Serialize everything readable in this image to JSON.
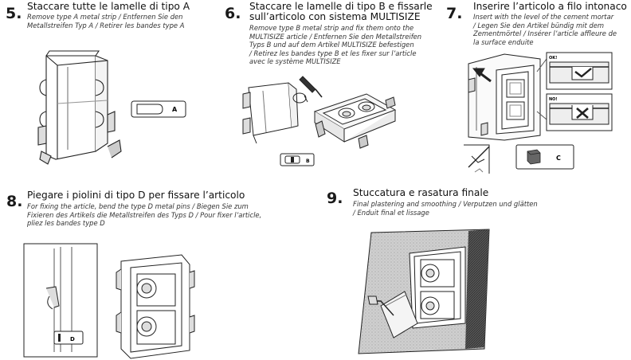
{
  "steps": [
    {
      "number": "5.",
      "title": "Staccare tutte le lamelle di tipo A",
      "subtitle_lines": [
        "Remove type A metal strip / Entfernen Sie den",
        "Metallstreifen Typ A / Retirer les bandes type A"
      ],
      "badge": "A"
    },
    {
      "number": "6.",
      "title_lines": [
        "Staccare le lamelle di tipo B e fissarle",
        "sull’articolo con sistema MULTISIZE"
      ],
      "subtitle_lines": [
        "Remove type B metal strip and fix them onto the",
        "MULTISIZE article / Entfernen Sie den Metallstreifen",
        "Typs B und auf dem Artikel MULTISIZE befestigen",
        "/ Retirez les bandes type B et les fixer sur l’article",
        "avec le système MULTISIZE"
      ],
      "badge": "B"
    },
    {
      "number": "7.",
      "title": "Inserire l’articolo a filo intonaco",
      "subtitle_lines": [
        "Insert with the level of the cement mortar",
        "/ Legen Sie den Artikel bündig mit dem",
        "Zementmörtel / Insérer l’article affleure de",
        "la surface enduite"
      ],
      "badge": "C",
      "ok_label": "OK!",
      "no_label": "NO!"
    },
    {
      "number": "8.",
      "title": "Piegare i piolini di tipo D per fissare l’articolo",
      "subtitle_lines": [
        "For fixing the article, bend the type D metal pins / Biegen Sie zum",
        "Fixieren des Artikels die Metallstreifen des Typs D / Pour fixer l’article,",
        "pliez les bandes type D"
      ],
      "badge": "D"
    },
    {
      "number": "9.",
      "title": "Stuccatura e rasatura finale",
      "subtitle_lines": [
        "Final plastering and smoothing / Verputzen und glätten",
        "/ Enduit final et lissage"
      ]
    }
  ]
}
